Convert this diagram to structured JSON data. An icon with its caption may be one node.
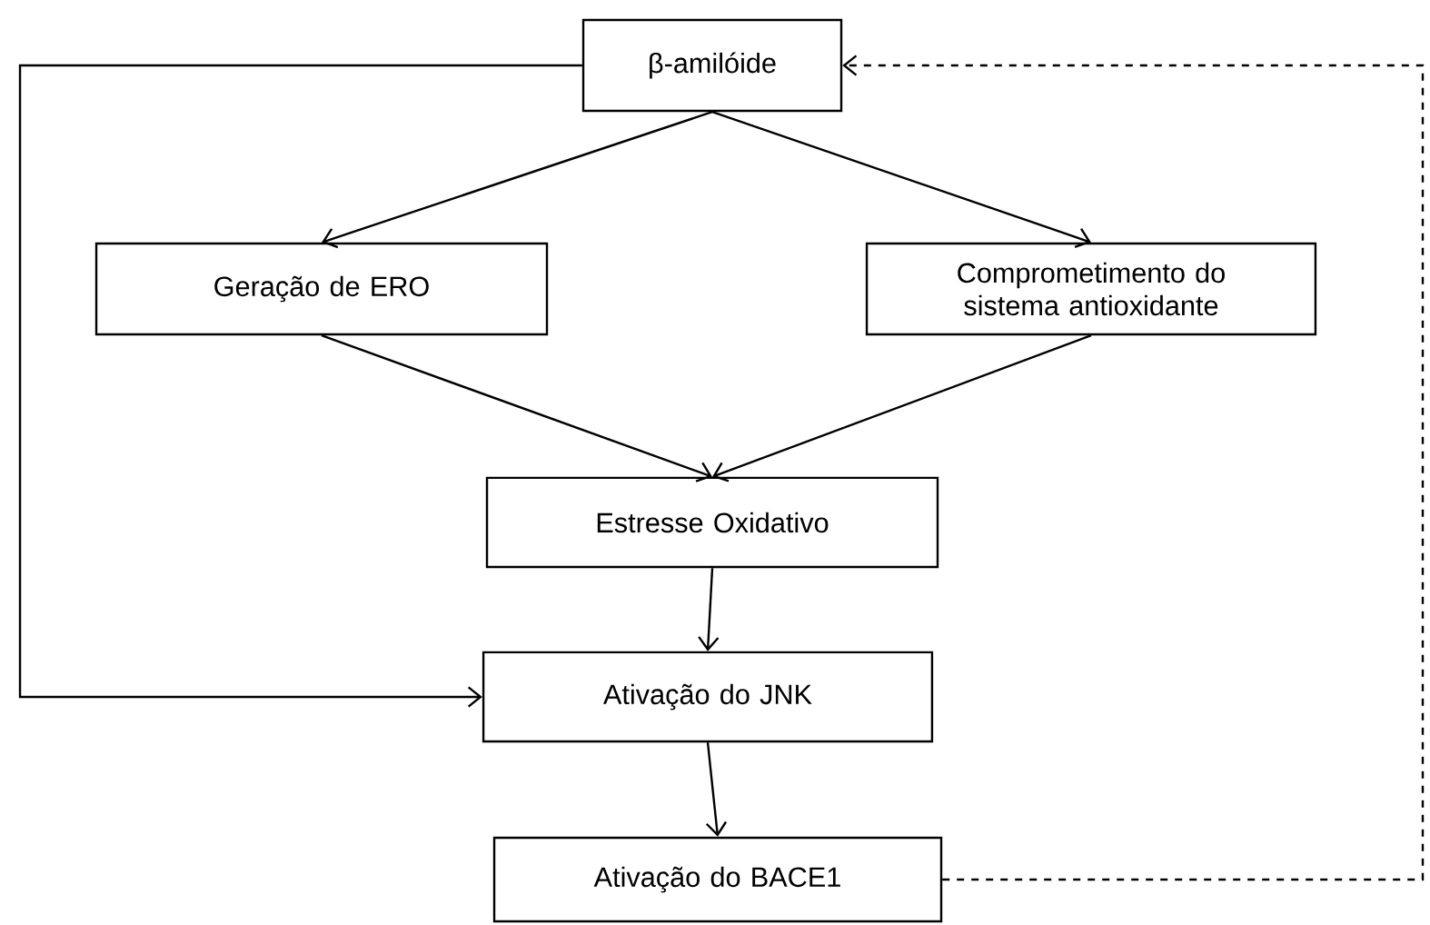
{
  "diagram": {
    "nodes": [
      {
        "text": [
          "β-amilóide"
        ]
      },
      {
        "text": [
          "Geração de ERO"
        ]
      },
      {
        "text": [
          "Comprometimento do sistema antioxidante"
        ]
      },
      {
        "text": [
          "Estresse Oxidativo"
        ]
      },
      {
        "text": [
          "Ativação do JNK"
        ]
      },
      {
        "text": [
          "Ativação do BACE1"
        ]
      }
    ],
    "edges": [
      {
        "from": 0,
        "to": 1,
        "arrow": "to"
      },
      {
        "from": 0,
        "to": 2,
        "arrow": "to"
      },
      {
        "from": 1,
        "to": 3,
        "arrow": "to"
      },
      {
        "from": 2,
        "to": 3,
        "arrow": "to"
      },
      {
        "from": 3,
        "to": 4,
        "arrow": "to"
      },
      {
        "from": 4,
        "to": 5,
        "arrow": "to"
      },
      {
        "from": 0,
        "to": 4,
        "arrow": "to"
      },
      {
        "from": 5,
        "to": 0,
        "arrow": "to",
        "style": "dashed"
      }
    ]
  }
}
